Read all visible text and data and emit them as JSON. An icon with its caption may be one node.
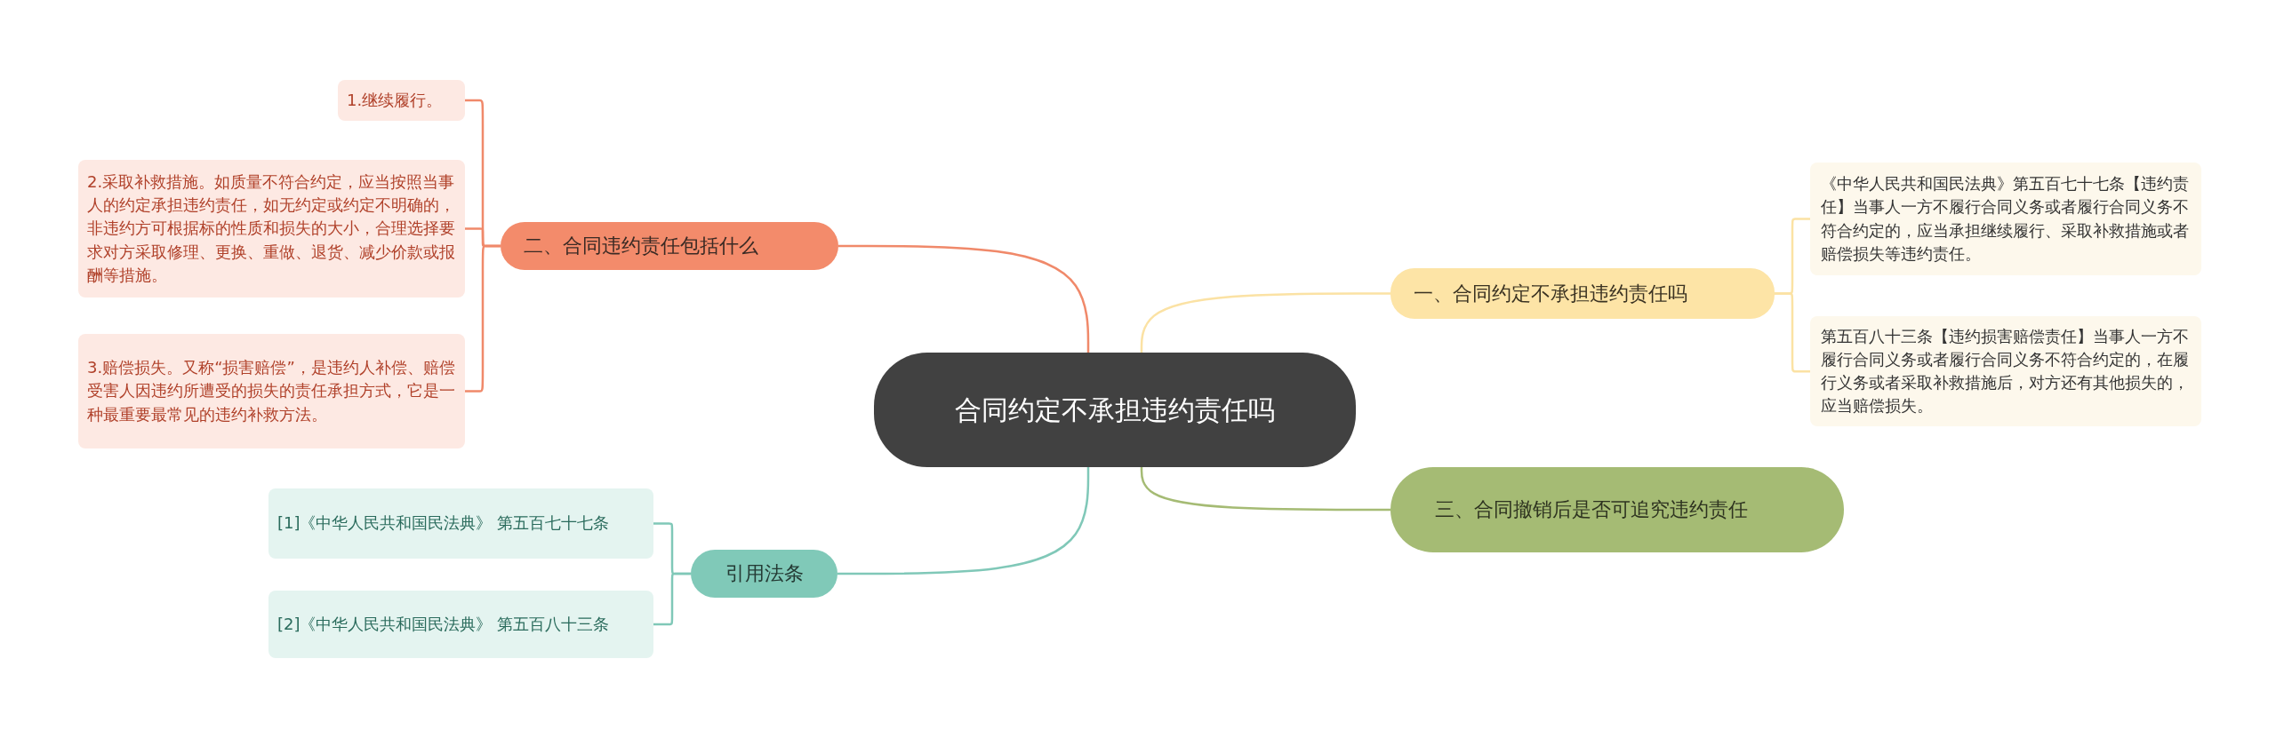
{
  "diagram": {
    "nodes": [
      {
        "text": [
          "合同约定不承担违约责任吗"
        ]
      },
      {
        "text": [
          "二、合同违约责任包括什么"
        ]
      },
      {
        "text": [
          "1.继续履行。"
        ]
      },
      {
        "text": [
          "2.采取补救措施。如质量不符合约定，应当按照当事人的约定承担违约责任，如无约定或约定不明确的，非违约方可根据标的性质和损失的大小，合理选择要求对方采取修理、更换、重做、退货、减少价款或报酬等措施。"
        ]
      },
      {
        "text": [
          "3.赔偿损失。又称“损害赔偿”，是违约人补偿、赔偿受害人因违约所遭受的损失的责任承担方式，它是一种最重要最常见的违约补救方法。"
        ]
      },
      {
        "text": [
          "一、合同约定不承担违约责任吗"
        ]
      },
      {
        "text": [
          "《中华人民共和国民法典》第五百七十七条【违约责任】当事人一方不履行合同义务或者履行合同义务不符合约定的，应当承担继续履行、采取补救措施或者赔偿损失等违约责任。"
        ]
      },
      {
        "text": [
          "第五百八十三条【违约损害赔偿责任】当事人一方不履行合同义务或者履行合同义务不符合约定的，在履行义务或者采取补救措施后，对方还有其他损失的，应当赔偿损失。"
        ]
      },
      {
        "text": [
          "三、合同撤销后是否可追究违约责任"
        ]
      },
      {
        "text": [
          "引用法条"
        ]
      },
      {
        "text": [
          "[1]《中华人民共和国民法典》 第五百七十七条"
        ]
      },
      {
        "text": [
          "[2]《中华人民共和国民法典》 第五百八十三条"
        ]
      }
    ],
    "edges": [
      {
        "from": 0,
        "to": 1,
        "arrow": "none",
        "color": "#f0896a"
      },
      {
        "from": 1,
        "to": 2,
        "arrow": "none",
        "color": "#f0896a"
      },
      {
        "from": 1,
        "to": 3,
        "arrow": "none",
        "color": "#f0896a"
      },
      {
        "from": 1,
        "to": 4,
        "arrow": "none",
        "color": "#f0896a"
      },
      {
        "from": 0,
        "to": 5,
        "arrow": "none",
        "color": "#fbe2a4"
      },
      {
        "from": 5,
        "to": 6,
        "arrow": "none",
        "color": "#fbe2a4"
      },
      {
        "from": 5,
        "to": 7,
        "arrow": "none",
        "color": "#fbe2a4"
      },
      {
        "from": 0,
        "to": 8,
        "arrow": "none",
        "color": "#a5bb74"
      },
      {
        "from": 0,
        "to": 9,
        "arrow": "none",
        "color": "#80c8b8"
      },
      {
        "from": 9,
        "to": 10,
        "arrow": "none",
        "color": "#80c8b8"
      },
      {
        "from": 9,
        "to": 11,
        "arrow": "none",
        "color": "#80c8b8"
      }
    ]
  }
}
